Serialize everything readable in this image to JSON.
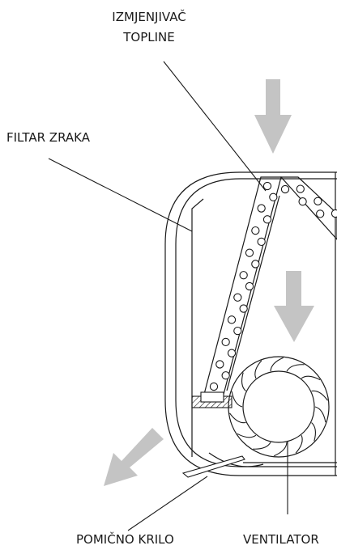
{
  "labels": {
    "heat_exchanger_line1": "IZMJENJIVAČ",
    "heat_exchanger_line2": "TOPLINE",
    "air_filter": "FILTAR ZRAKA",
    "movable_flap": "POMIČNO KRILO",
    "fan": "VENTILATOR"
  },
  "colors": {
    "line": "#1a1a1a",
    "arrow": "#c4c4c4",
    "background": "#ffffff"
  }
}
